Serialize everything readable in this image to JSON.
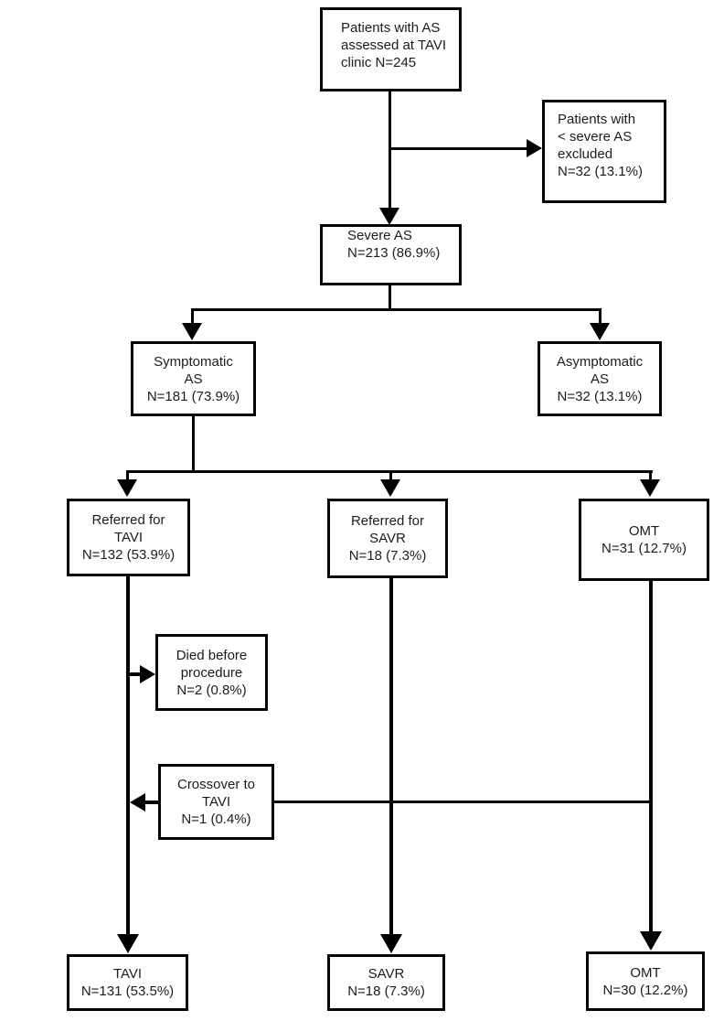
{
  "diagram": {
    "type": "flowchart",
    "background_color": "#ffffff",
    "line_color": "#000000",
    "box_border_color": "#000000",
    "box_fill_color": "#ffffff",
    "text_color": "#1c1c1c",
    "nodes": {
      "assessed": {
        "text": "Patients with AS\nassessed at TAVI\nclinic N=245"
      },
      "excluded": {
        "text": "Patients with\n< severe AS\nexcluded\nN=32 (13.1%)"
      },
      "severe": {
        "text": "Severe AS\nN=213 (86.9%)"
      },
      "symptomatic": {
        "text": "Symptomatic\nAS\nN=181 (73.9%)"
      },
      "asymptomatic": {
        "text": "Asymptomatic\nAS\nN=32 (13.1%)"
      },
      "referred_tavi": {
        "text": "Referred for\nTAVI\nN=132 (53.9%)"
      },
      "referred_savr": {
        "text": "Referred for\nSAVR\nN=18 (7.3%)"
      },
      "omt": {
        "text": "OMT\nN=31 (12.7%)"
      },
      "died": {
        "text": "Died before\nprocedure\nN=2 (0.8%)"
      },
      "crossover": {
        "text": "Crossover to\nTAVI\nN=1 (0.4%)"
      },
      "tavi_outcome": {
        "text": "TAVI\nN=131 (53.5%)"
      },
      "savr_outcome": {
        "text": "SAVR\nN=18 (7.3%)"
      },
      "omt_outcome": {
        "text": "OMT\nN=30 (12.2%)"
      }
    }
  }
}
